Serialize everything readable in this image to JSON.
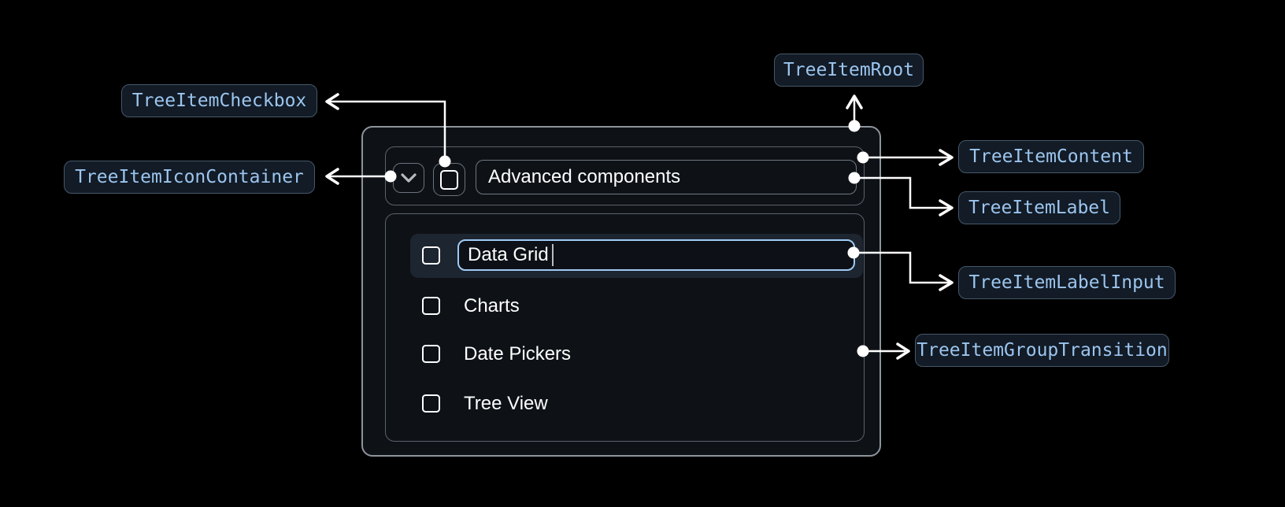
{
  "annotations": {
    "checkbox": "TreeItemCheckbox",
    "icon_container": "TreeItemIconContainer",
    "root": "TreeItemRoot",
    "content": "TreeItemContent",
    "label": "TreeItemLabel",
    "label_input": "TreeItemLabelInput",
    "group_transition": "TreeItemGroupTransition"
  },
  "tree": {
    "parent": {
      "label": "Advanced components",
      "expanded": true,
      "checked": false
    },
    "children": [
      {
        "label": "Data Grid",
        "editing": true,
        "checked": false
      },
      {
        "label": "Charts",
        "checked": false
      },
      {
        "label": "Date Pickers",
        "checked": false
      },
      {
        "label": "Tree View",
        "checked": false
      }
    ]
  },
  "icons": {
    "expand": "chevron-down-icon",
    "checkbox": "checkbox-unchecked-icon"
  },
  "colors": {
    "background": "#000000",
    "panel_bg": "#0e1217",
    "panel_border": "#8d949c",
    "inner_border": "#5a626c",
    "row_highlight_bg": "#1d2530",
    "input_border": "#9ecbf5",
    "input_bg": "#0d1117",
    "annotation_text": "#9cc5ee",
    "annotation_bg": "#121b26",
    "annotation_border": "#46586b",
    "connector": "#ffffff",
    "text": "#ffffff"
  }
}
